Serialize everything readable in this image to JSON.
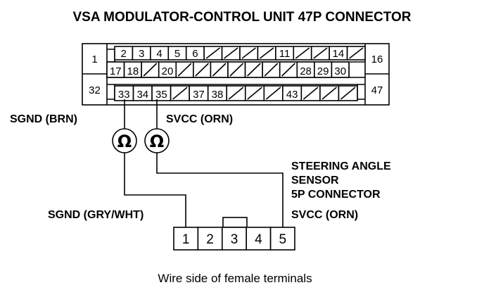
{
  "diagram": {
    "title": "VSA MODULATOR-CONTROL UNIT 47P CONNECTOR",
    "connector47": {
      "left_top": "1",
      "left_bottom": "32",
      "right_top": "16",
      "right_bottom": "47",
      "row1": [
        "2",
        "3",
        "4",
        "5",
        "6",
        "",
        "",
        "",
        "",
        "11",
        "",
        "",
        "14",
        ""
      ],
      "row2": [
        "17",
        "18",
        "",
        "20",
        "",
        "",
        "",
        "",
        "",
        "",
        "",
        "28",
        "29",
        "30"
      ],
      "row3": [
        "33",
        "34",
        "35",
        "",
        "37",
        "38",
        "",
        "",
        "",
        "43",
        "",
        "",
        ""
      ]
    },
    "sgnd_brn": "SGND (BRN)",
    "svcc_orn_top": "SVCC (ORN)",
    "meter_symbol": "Ω",
    "sensor_line1": "STEERING ANGLE",
    "sensor_line2": "SENSOR",
    "sensor_line3": "5P CONNECTOR",
    "sgnd_gry": "SGND (GRY/WHT)",
    "svcc_orn_bottom": "SVCC (ORN)",
    "connector5": {
      "pins": [
        "1",
        "2",
        "3",
        "4",
        "5"
      ]
    },
    "caption": "Wire side of female terminals"
  }
}
